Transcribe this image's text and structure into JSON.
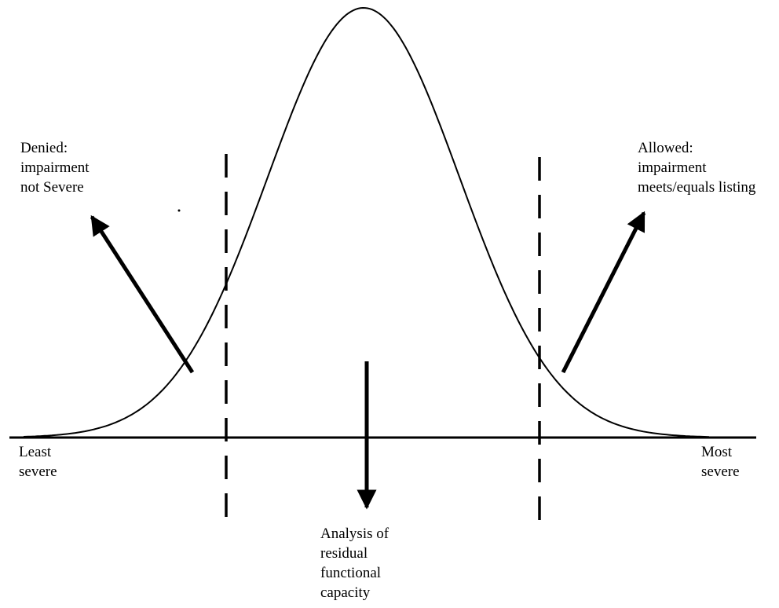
{
  "labels": {
    "denied": [
      "Denied:",
      "impairment",
      "not Severe"
    ],
    "allowed": [
      "Allowed:",
      "impairment",
      "meets/equals listing"
    ],
    "least_severe": [
      "Least",
      "severe"
    ],
    "most_severe": [
      "Most",
      "severe"
    ],
    "analysis": [
      "Analysis of",
      "residual",
      "functional",
      "capacity"
    ]
  },
  "colors": {
    "ink": "#000000",
    "background": "#ffffff"
  }
}
